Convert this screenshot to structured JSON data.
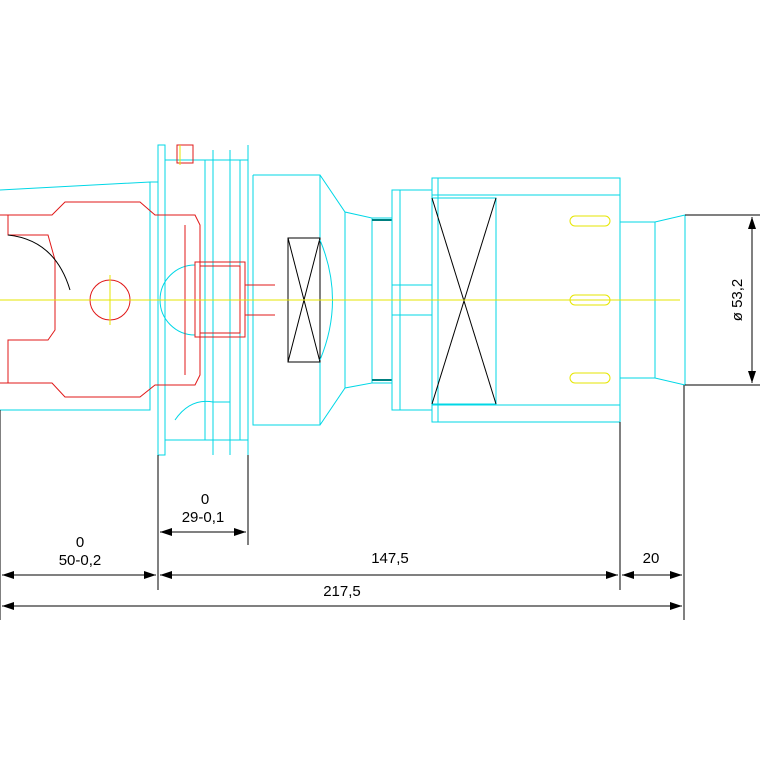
{
  "dimensions": {
    "d1_upper": "0",
    "d1_lower": "50-0,2",
    "d2_upper": "0",
    "d2_lower": "29-0,1",
    "d3": "147,5",
    "d4": "20",
    "d5": "217,5",
    "diameter": "ø 53,2"
  },
  "colors": {
    "outline": "#00d7e6",
    "adapter": "#e01818",
    "centerline": "#e6e600",
    "dimension": "#000000"
  }
}
